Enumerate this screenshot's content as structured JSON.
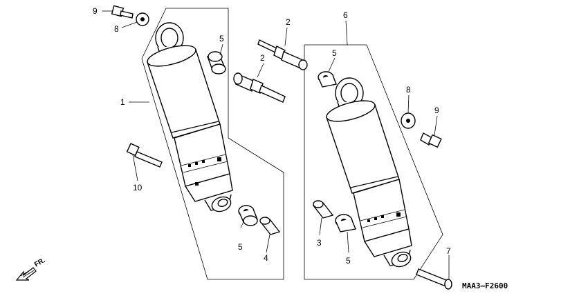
{
  "diagram": {
    "callouts": {
      "c1": "1",
      "c2a": "2",
      "c2b": "2",
      "c3": "3",
      "c4": "4",
      "c5a": "5",
      "c5b": "5",
      "c5c": "5",
      "c5d": "5",
      "c6": "6",
      "c7": "7",
      "c8a": "8",
      "c8b": "8",
      "c9a": "9",
      "c9b": "9",
      "c10": "10"
    },
    "direction_label": "FR.",
    "drawing_code": "MAA3—F2600"
  }
}
